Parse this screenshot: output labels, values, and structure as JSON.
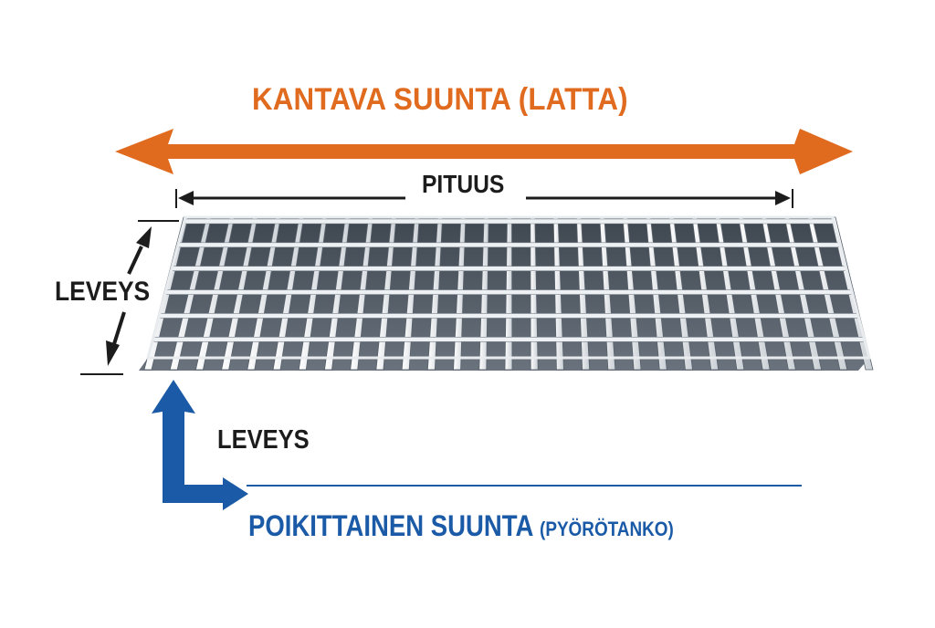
{
  "diagram": {
    "type": "grating-orientation",
    "colors": {
      "load_direction": "#e06a1e",
      "cross_direction": "#1a5aa6",
      "dimension_lines": "#1c1c1c",
      "grating_dark": "#4d5661",
      "grating_bar": "#e8ecef",
      "background": "#ffffff"
    },
    "load_direction": {
      "label": "KANTAVA SUUNTA (LATTA)",
      "arrow": "double-headed-horizontal-arrow"
    },
    "length_dimension": {
      "label": "PITUUS",
      "arrow": "double-headed-dimension-arrow"
    },
    "width_dimension": {
      "label": "LEVEYS",
      "arrow": "double-headed-diagonal-dimension-arrow"
    },
    "cross_direction": {
      "axis_label": "LEVEYS",
      "label_main": "POIKITTAINEN SUUNTA",
      "label_sub": "(PYÖRÖTANKO)",
      "arrow": "corner-arrow-up-right"
    },
    "grating": {
      "bearing_bars_count": 28,
      "cross_rods_count": 6
    }
  }
}
